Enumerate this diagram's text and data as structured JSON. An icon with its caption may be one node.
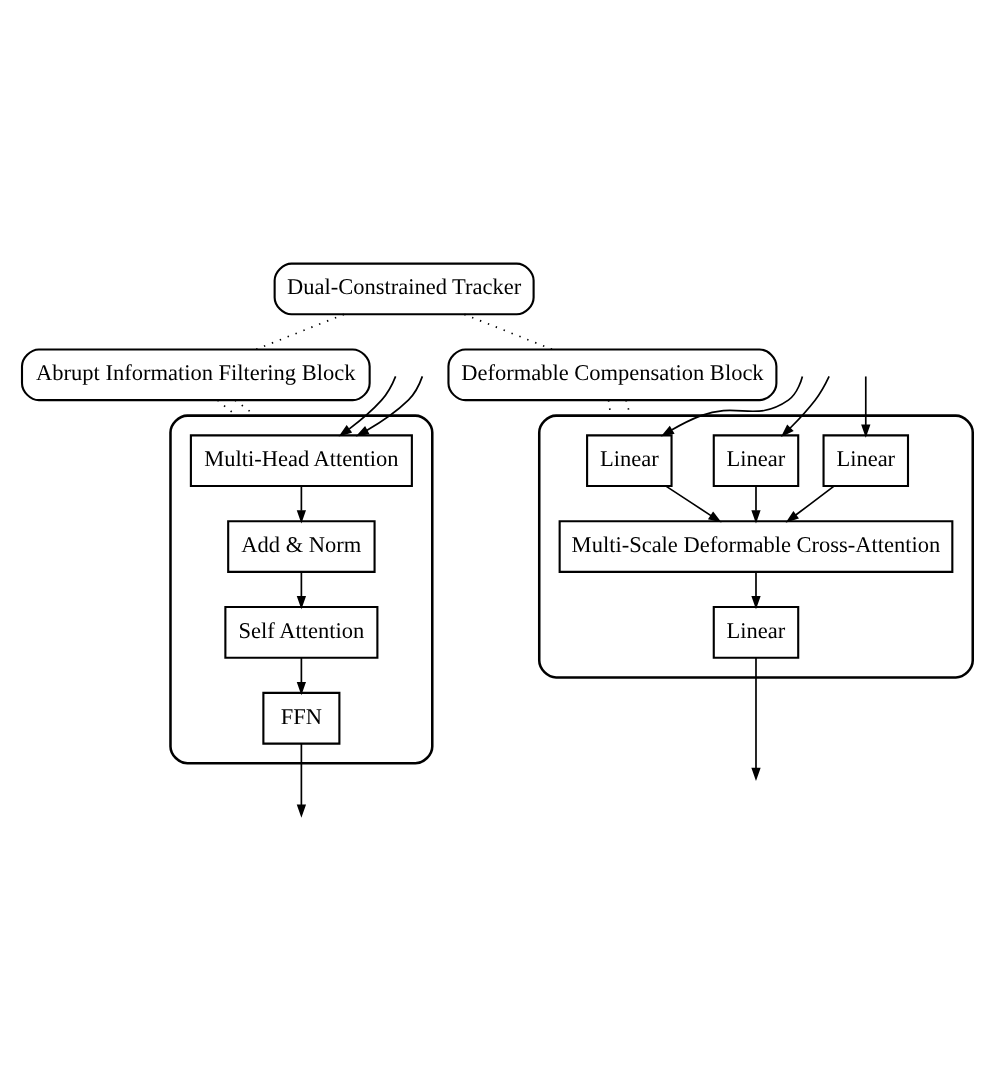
{
  "diagram": {
    "nodes": [
      {
        "text": [
          "Dual-Constrained Tracker"
        ]
      },
      {
        "text": [
          "Abrupt Information Filtering Block"
        ]
      },
      {
        "text": [
          "Deformable Compensation Block"
        ]
      },
      {
        "text": [],
        "shape": "box"
      },
      {
        "text": [
          "Multi-Head Attention"
        ],
        "in": 3
      },
      {
        "text": [
          "Add & Norm"
        ],
        "in": 3
      },
      {
        "text": [
          "Self Attention"
        ],
        "in": 3
      },
      {
        "text": [
          "FFN"
        ],
        "in": 3
      },
      {
        "text": [],
        "shape": "box"
      },
      {
        "text": [
          "Linear"
        ],
        "in": 8
      },
      {
        "text": [
          "Linear"
        ],
        "in": 8
      },
      {
        "text": [
          "Linear"
        ],
        "in": 8
      },
      {
        "text": [
          "Multi-Scale Deformable Cross-Attention"
        ],
        "in": 8
      },
      {
        "text": [
          "Linear"
        ],
        "in": 8
      }
    ],
    "edges": [
      {
        "from": 0,
        "to": 1,
        "arrow": "none",
        "style": "dashed"
      },
      {
        "from": 0,
        "to": 2,
        "arrow": "none",
        "style": "dashed"
      },
      {
        "from": 1,
        "to": 3,
        "arrow": "none",
        "style": "dashed"
      },
      {
        "from": 1,
        "to": 3,
        "arrow": "none",
        "style": "dashed"
      },
      {
        "from": 2,
        "to": 8,
        "arrow": "none",
        "style": "dashed"
      },
      {
        "from": 2,
        "to": 8,
        "arrow": "none",
        "style": "dashed"
      },
      {
        "from": null,
        "to": 4,
        "arrow": "to"
      },
      {
        "from": null,
        "to": 4,
        "arrow": "to"
      },
      {
        "from": 4,
        "to": 5,
        "arrow": "to"
      },
      {
        "from": 5,
        "to": 6,
        "arrow": "to"
      },
      {
        "from": 6,
        "to": 7,
        "arrow": "to"
      },
      {
        "from": 7,
        "to": null,
        "arrow": "to"
      },
      {
        "from": null,
        "to": 9,
        "arrow": "to"
      },
      {
        "from": null,
        "to": 10,
        "arrow": "to"
      },
      {
        "from": null,
        "to": 11,
        "arrow": "to"
      },
      {
        "from": 9,
        "to": 12,
        "arrow": "to"
      },
      {
        "from": 10,
        "to": 12,
        "arrow": "to"
      },
      {
        "from": 11,
        "to": 12,
        "arrow": "to"
      },
      {
        "from": 12,
        "to": 13,
        "arrow": "to"
      },
      {
        "from": 13,
        "to": null,
        "arrow": "to"
      }
    ]
  }
}
